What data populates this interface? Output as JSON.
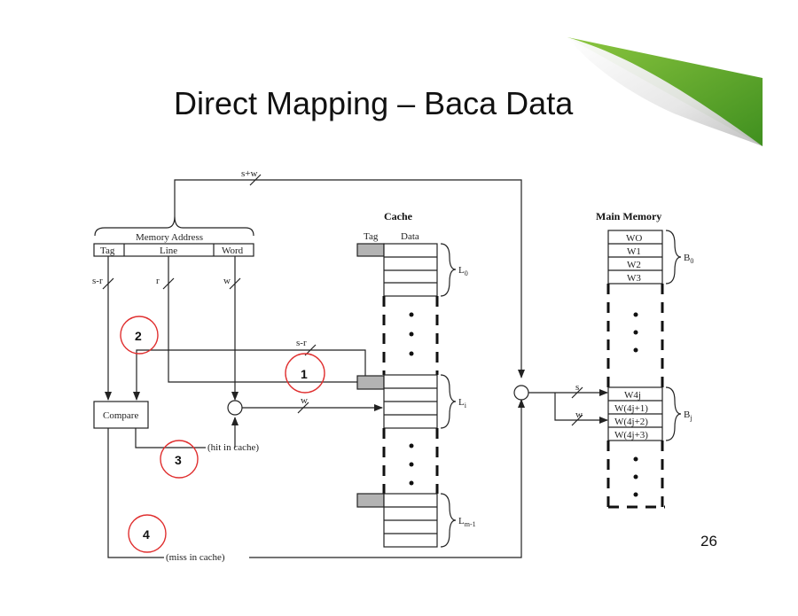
{
  "slide": {
    "title": "Direct Mapping – Baca Data",
    "page_number": "26"
  },
  "address": {
    "header": "Memory Address",
    "fields": [
      "Tag",
      "Line",
      "Word"
    ],
    "bus_sw": "s+w",
    "bus_sr": "s-r",
    "bus_r": "r",
    "bus_w": "w"
  },
  "cache": {
    "title": "Cache",
    "col_tag": "Tag",
    "col_data": "Data",
    "line_first": "L",
    "line_first_sub": "0",
    "line_mid": "L",
    "line_mid_sub": "i",
    "line_last": "L",
    "line_last_sub": "m-1",
    "bus_sr": "s-r",
    "bus_w": "w"
  },
  "compare": {
    "label": "Compare",
    "hit": "(hit in cache)",
    "miss": "(miss in cache)"
  },
  "main_memory": {
    "title": "Main Memory",
    "block0_words": [
      "WO",
      "W1",
      "W2",
      "W3"
    ],
    "blockj_words": [
      "W4j",
      "W(4j+1)",
      "W(4j+2)",
      "W(4j+3)"
    ],
    "block0_label": "B",
    "block0_sub": "0",
    "blockj_label": "B",
    "blockj_sub": "j",
    "bus_s": "s",
    "bus_w": "w"
  },
  "steps": [
    "1",
    "2",
    "3",
    "4"
  ],
  "colors": {
    "step_circle": "#e03030",
    "tag_fill": "#b3b3b3",
    "accent_green": "#6db33f"
  }
}
